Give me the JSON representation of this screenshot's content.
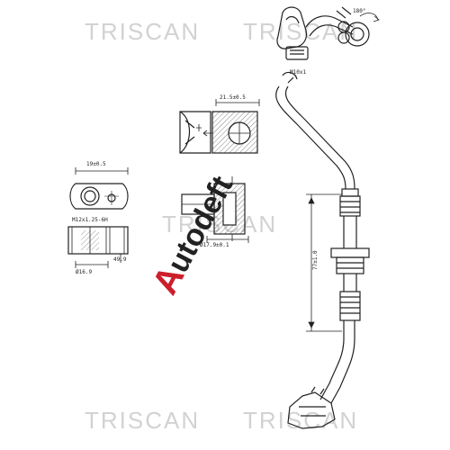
{
  "watermarks": [
    "TRISCAN",
    "TRISCAN",
    "TRISCAN",
    "TRISCAN",
    "TRISCAN"
  ],
  "logo": {
    "text": "Autodeft",
    "initial": "A",
    "colors": {
      "initial": "#cc1f2b",
      "rest": "#222222"
    }
  },
  "dims": {
    "angle": "180°",
    "m10": "M10x1",
    "top_width": "21.5±0.5",
    "left_width": "19±0.5",
    "left_thread": "M12x1.25-6H",
    "left_dia": "Ø16.9",
    "mid_dia": "Ø17.9±0.1",
    "small": "49.9",
    "length": "77±1.0"
  }
}
